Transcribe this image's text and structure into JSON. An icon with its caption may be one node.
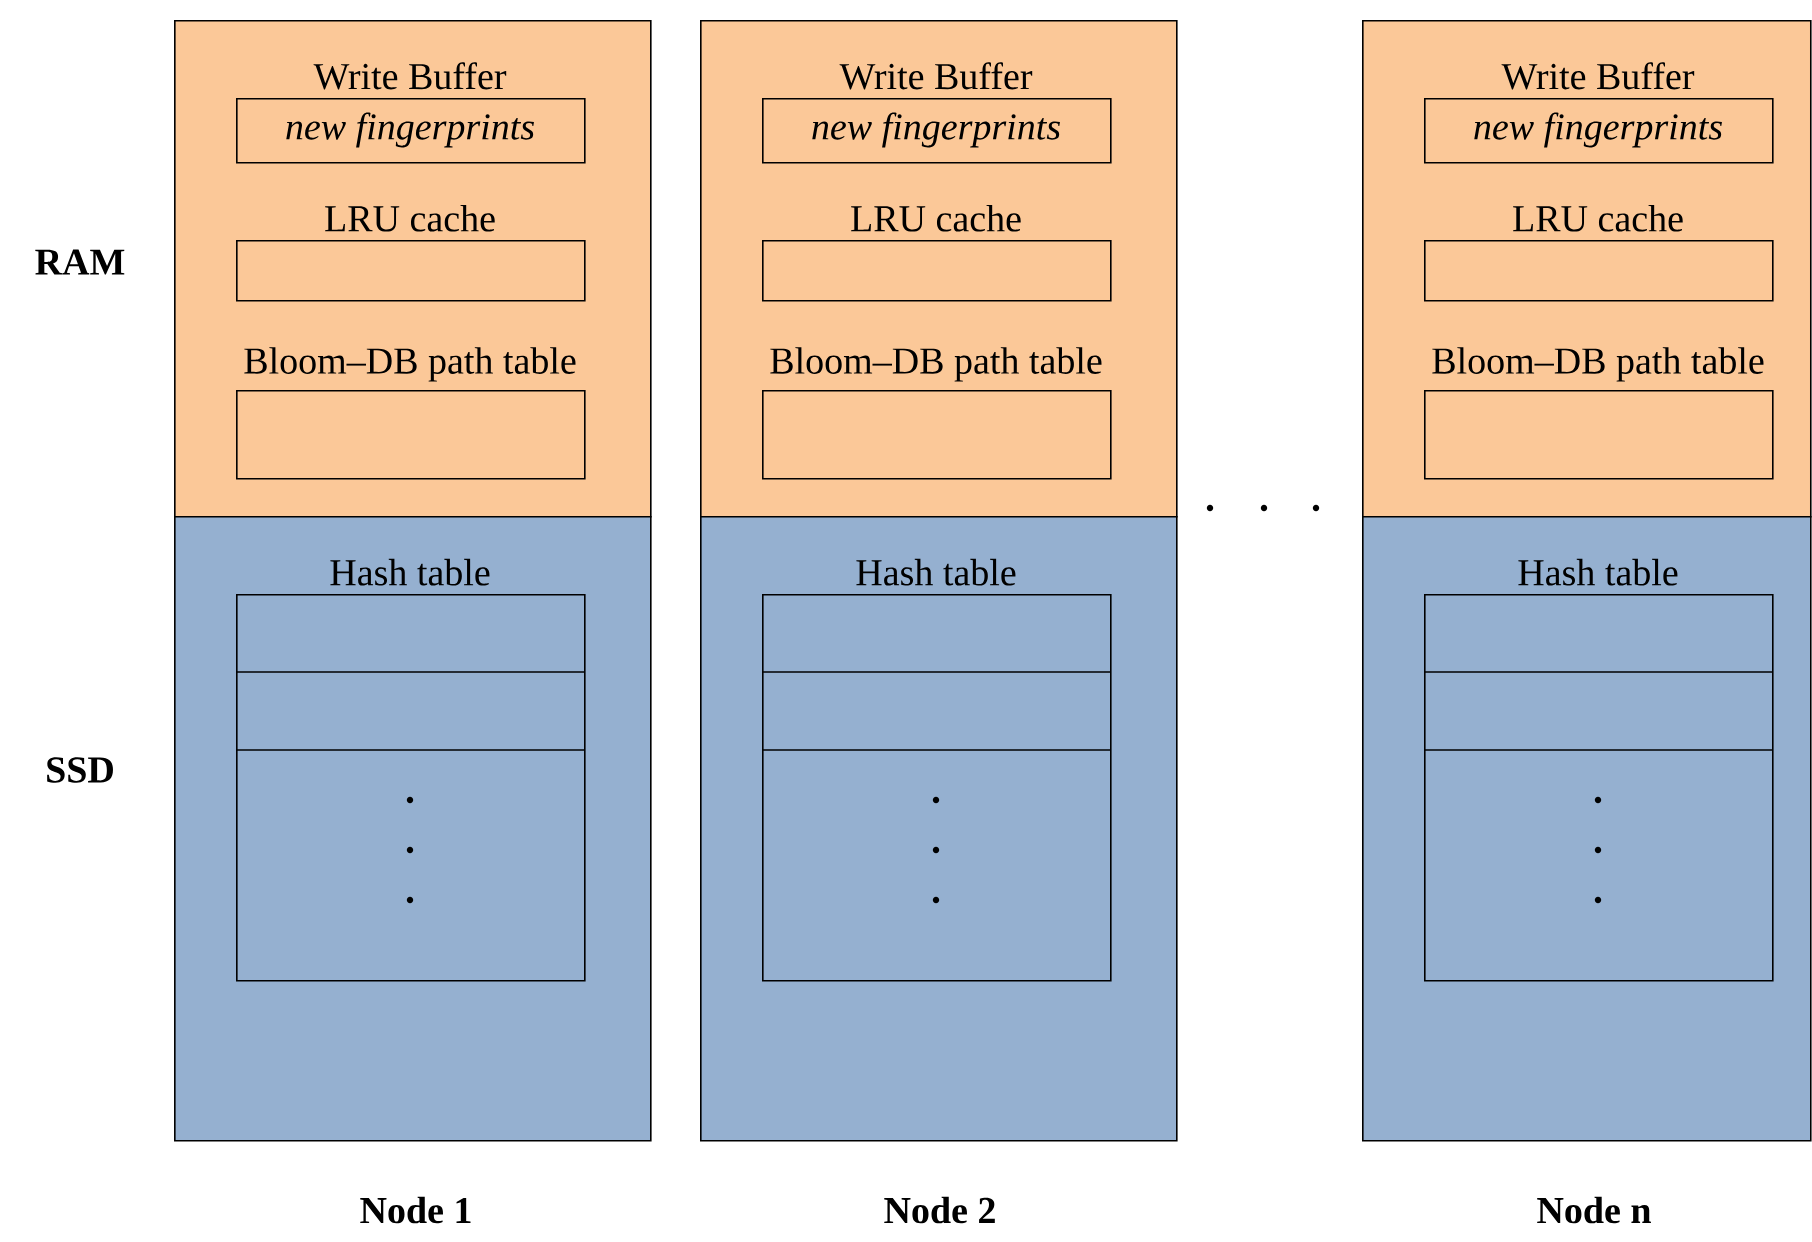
{
  "diagram": {
    "nodes": [
      {
        "text": [],
        "shape": "box"
      },
      {
        "text": [
          "Write Buffer",
          "new fingerprints"
        ],
        "in": 0
      },
      {
        "text": [
          "LRU cache"
        ],
        "in": 0
      },
      {
        "text": [
          "Bloom–DB path table"
        ],
        "in": 0
      },
      {
        "text": [],
        "shape": "box"
      },
      {
        "text": [
          "Hash table"
        ],
        "in": 4
      },
      {
        "text": [],
        "shape": "box"
      },
      {
        "text": [
          "Write Buffer",
          "new fingerprints"
        ],
        "in": 6
      },
      {
        "text": [
          "LRU cache"
        ],
        "in": 6
      },
      {
        "text": [
          "Bloom–DB path table"
        ],
        "in": 6
      },
      {
        "text": [],
        "shape": "box"
      },
      {
        "text": [
          "Hash table"
        ],
        "in": 10
      },
      {
        "text": [],
        "shape": "box"
      },
      {
        "text": [
          "Write Buffer",
          "new fingerprints"
        ],
        "in": 12
      },
      {
        "text": [
          "LRU cache"
        ],
        "in": 12
      },
      {
        "text": [
          "Bloom–DB path table"
        ],
        "in": 12
      },
      {
        "text": [],
        "shape": "box"
      },
      {
        "text": [
          "Hash table"
        ],
        "in": 16
      }
    ],
    "labels": [
      "RAM",
      "SSD",
      "Node 1",
      "Node 2",
      "Node n"
    ]
  }
}
